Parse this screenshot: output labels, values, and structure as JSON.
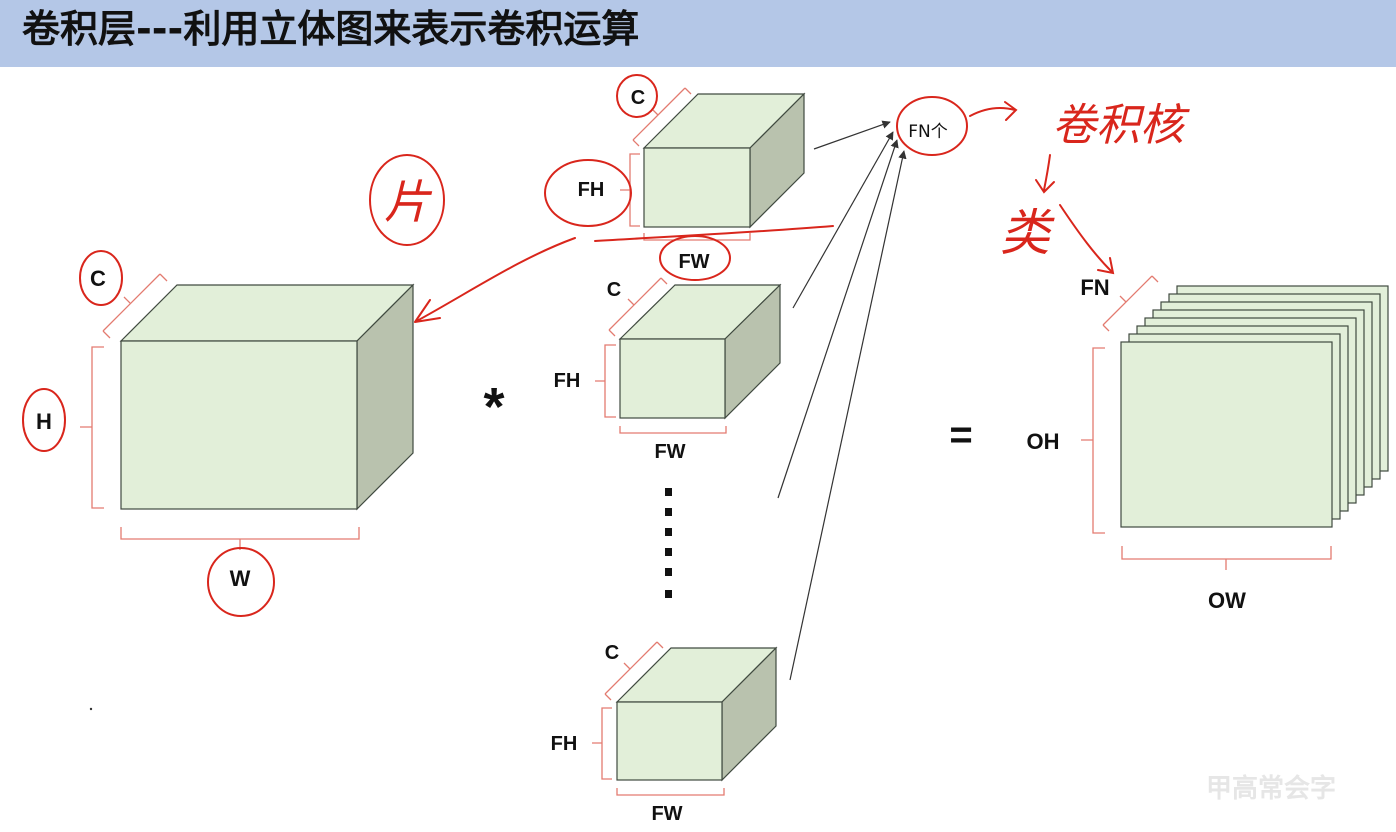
{
  "title": "卷积层---利用立体图来表示卷积运算",
  "colors": {
    "title_bar": "#b4c7e7",
    "cube_front": "#e2efd9",
    "cube_top": "#e2efd9",
    "cube_side": "#b9c2ae",
    "cube_edge": "#404a40",
    "bracket": "#e37b70",
    "annotation_red": "#d9261c",
    "arrow": "#333333"
  },
  "input": {
    "channels": "C",
    "height": "H",
    "width": "W"
  },
  "filters": [
    {
      "channels": "C",
      "height": "FH",
      "width": "FW"
    },
    {
      "channels": "C",
      "height": "FH",
      "width": "FW"
    },
    {
      "channels": "C",
      "height": "FH",
      "width": "FW"
    }
  ],
  "operator": "*",
  "equals": "=",
  "output": {
    "count": "FN",
    "height": "OH",
    "width": "OW"
  },
  "filter_count_label": "FN个",
  "annotations": {
    "handwritten_piece": "片",
    "handwritten_kernel": "卷积核",
    "handwritten_class": "类"
  },
  "watermark": "甲高常会字",
  "icons": {
    "ellipsis": "vertical-dots-icon"
  }
}
